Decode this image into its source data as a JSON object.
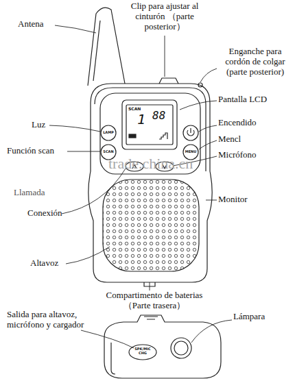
{
  "diagram": {
    "labels": [
      "Antena",
      "Clip para ajustar al cinturón （parte posterior）",
      "Enganche para cordón de colgar (parte posterior)",
      "Pantalla LCD",
      "Encendido",
      "Mencl",
      "Micrófono",
      "Monitor",
      "Luz",
      "Función scan",
      "Llamada",
      "Conexión",
      "Altavoz",
      "Compartimento de baterias （Parte trasera）",
      "Salida para altavoz, micrófono y cargador",
      "Lámpara",
      "trade.china.cn",
      "SCAN",
      "1",
      "88",
      "LAMP",
      "SCAN",
      "MENU",
      "SPK/MIC CHG"
    ]
  }
}
